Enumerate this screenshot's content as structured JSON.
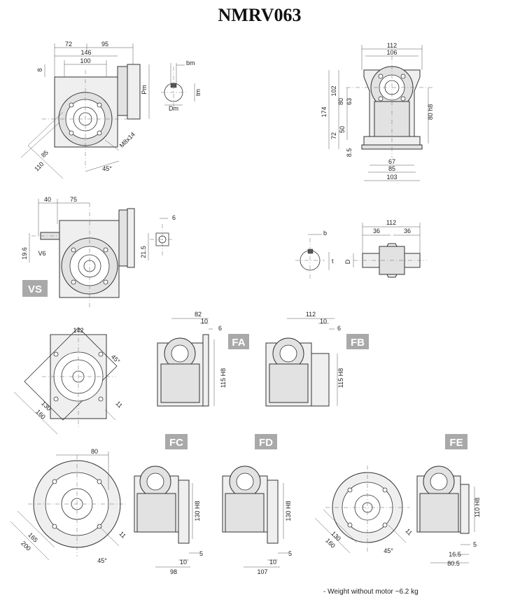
{
  "title": "NMRV063",
  "note": "- Weight without motor ~6.2 kg",
  "views": {
    "front": {
      "dims": [
        "72",
        "95",
        "146",
        "100",
        "8",
        "Pm",
        "85",
        "110",
        "M8x14",
        "45°"
      ]
    },
    "shaft": {
      "dims": [
        "bm",
        "tm",
        "Dm"
      ]
    },
    "side": {
      "dims": [
        "112",
        "106",
        "102",
        "80",
        "63",
        "174",
        "72",
        "50",
        "8.5",
        "80 h8",
        "67",
        "85",
        "103"
      ]
    },
    "vs": {
      "label": "VS",
      "dims": [
        "40",
        "75",
        "19.6",
        "V6",
        "6",
        "21.5"
      ]
    },
    "output_shaft": {
      "dims": [
        "b",
        "t",
        "D",
        "112",
        "36",
        "36"
      ]
    },
    "flange_front": {
      "dims": [
        "142",
        "45°",
        "130",
        "160",
        "11"
      ]
    },
    "fa": {
      "label": "FA",
      "dims": [
        "82",
        "10",
        "6",
        "115 H8"
      ]
    },
    "fb": {
      "label": "FB",
      "dims": [
        "112",
        "10",
        "6",
        "115 H8"
      ]
    },
    "fc_front": {
      "dims": [
        "80",
        "165",
        "200",
        "11",
        "45°"
      ]
    },
    "fc": {
      "label": "FC",
      "dims": [
        "130 H8",
        "10",
        "5",
        "98"
      ]
    },
    "fd": {
      "label": "FD",
      "dims": [
        "130 H8",
        "10",
        "5",
        "107"
      ]
    },
    "fe_front": {
      "dims": [
        "130",
        "160",
        "11",
        "45°"
      ]
    },
    "fe": {
      "label": "FE",
      "dims": [
        "110 H8",
        "5",
        "16.5",
        "80.5"
      ]
    }
  }
}
